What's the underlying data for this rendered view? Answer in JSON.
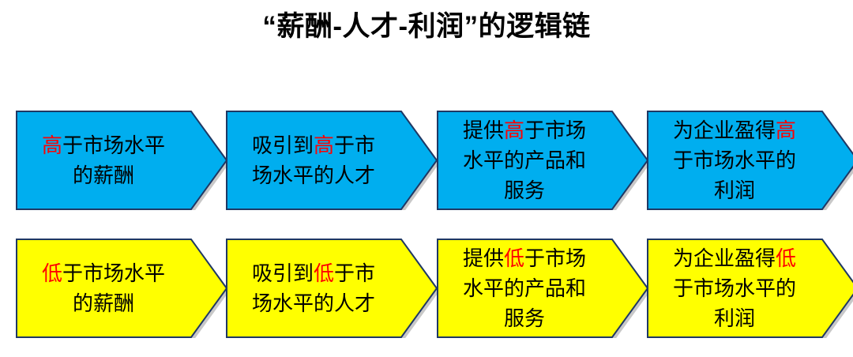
{
  "title": "“薪酬-人才-利润”的逻辑链",
  "colors": {
    "blue_fill": "#00AEEF",
    "yellow_fill": "#FFFF00",
    "border": "#1F3864",
    "text": "#000000",
    "highlight": "#FF0000",
    "background": "#FFFFFF"
  },
  "rows": [
    {
      "id": "high-chain",
      "fill": "#00AEEF",
      "keyword": "高",
      "steps": [
        {
          "name": "step-compensation",
          "text": "高于市场水平的薪酬",
          "lines": [
            [
              {
                "t": "高",
                "hl": true
              },
              {
                "t": "于市场水平",
                "hl": false
              }
            ],
            [
              {
                "t": "的薪酬",
                "hl": false
              }
            ]
          ]
        },
        {
          "name": "step-talent",
          "text": "吸引到高于市场水平的人才",
          "lines": [
            [
              {
                "t": "吸引到",
                "hl": false
              },
              {
                "t": "高",
                "hl": true
              },
              {
                "t": "于市",
                "hl": false
              }
            ],
            [
              {
                "t": "场水平的人才",
                "hl": false
              }
            ]
          ]
        },
        {
          "name": "step-products",
          "text": "提供高于市场水平的产品和服务",
          "lines": [
            [
              {
                "t": "提供",
                "hl": false
              },
              {
                "t": "高",
                "hl": true
              },
              {
                "t": "于市场",
                "hl": false
              }
            ],
            [
              {
                "t": "水平的产品和",
                "hl": false
              }
            ],
            [
              {
                "t": "服务",
                "hl": false
              }
            ]
          ]
        },
        {
          "name": "step-profit",
          "text": "为企业盈得高于市场水平的利润",
          "lines": [
            [
              {
                "t": "为企业盈得",
                "hl": false
              },
              {
                "t": "高",
                "hl": true
              }
            ],
            [
              {
                "t": "于市场水平的",
                "hl": false
              }
            ],
            [
              {
                "t": "利润",
                "hl": false
              }
            ]
          ]
        }
      ]
    },
    {
      "id": "low-chain",
      "fill": "#FFFF00",
      "keyword": "低",
      "steps": [
        {
          "name": "step-compensation",
          "text": "低于市场水平的薪酬",
          "lines": [
            [
              {
                "t": "低",
                "hl": true
              },
              {
                "t": "于市场水平",
                "hl": false
              }
            ],
            [
              {
                "t": "的薪酬",
                "hl": false
              }
            ]
          ]
        },
        {
          "name": "step-talent",
          "text": "吸引到低于市场水平的人才",
          "lines": [
            [
              {
                "t": "吸引到",
                "hl": false
              },
              {
                "t": "低",
                "hl": true
              },
              {
                "t": "于市",
                "hl": false
              }
            ],
            [
              {
                "t": "场水平的人才",
                "hl": false
              }
            ]
          ]
        },
        {
          "name": "step-products",
          "text": "提供低于市场水平的产品和服务",
          "lines": [
            [
              {
                "t": "提供",
                "hl": false
              },
              {
                "t": "低",
                "hl": true
              },
              {
                "t": "于市场",
                "hl": false
              }
            ],
            [
              {
                "t": "水平的产品和",
                "hl": false
              }
            ],
            [
              {
                "t": "服务",
                "hl": false
              }
            ]
          ]
        },
        {
          "name": "step-profit",
          "text": "为企业盈得低于市场水平的利润",
          "lines": [
            [
              {
                "t": "为企业盈得",
                "hl": false
              },
              {
                "t": "低",
                "hl": true
              }
            ],
            [
              {
                "t": "于市场水平的",
                "hl": false
              }
            ],
            [
              {
                "t": "利润",
                "hl": false
              }
            ]
          ]
        }
      ]
    }
  ]
}
